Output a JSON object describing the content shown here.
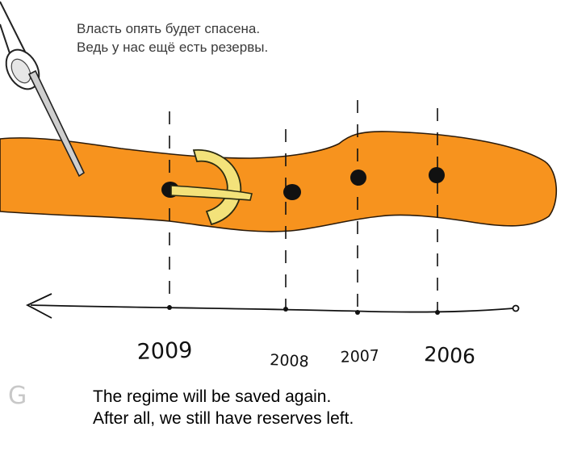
{
  "caption_ru": {
    "line1": "Власть опять будет спасена.",
    "line2": "Ведь у нас ещё есть резервы."
  },
  "caption_en": {
    "line1": "The regime will be saved again.",
    "line2": "After all, we still have reserves left."
  },
  "timeline": {
    "years": [
      "2009",
      "2008",
      "2007",
      "2006"
    ]
  },
  "signature": "G",
  "colors": {
    "belt": "#f7931e",
    "buckle": "#f3e27a",
    "pin": "#cfcfcf",
    "ink": "#111111"
  }
}
